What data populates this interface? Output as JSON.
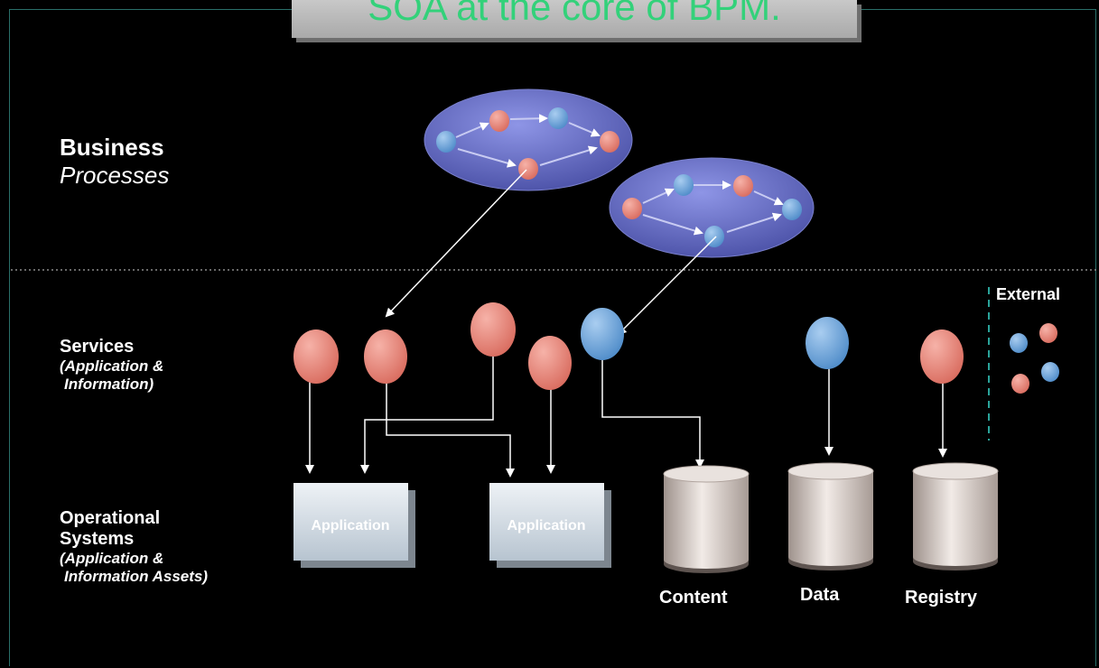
{
  "title": "SOA at the core of BPM.",
  "layers": {
    "business": {
      "line1": "Business",
      "line2": "Processes"
    },
    "services": {
      "line1": "Services",
      "line2": "(Application &",
      "line3": "Information)"
    },
    "operational": {
      "line1": "Operational",
      "line2": "Systems",
      "line3": "(Application &",
      "line4": "Information Assets)"
    }
  },
  "external_label": "External",
  "applications": [
    "Application",
    "Application"
  ],
  "stores": [
    "Content",
    "Data",
    "Registry"
  ],
  "colors": {
    "service_red": "#e07b70",
    "service_blue": "#6aa3da",
    "process_ellipse": "#5d64b8",
    "divider": "#8a8a8a",
    "external_divider": "#2aa39a"
  }
}
